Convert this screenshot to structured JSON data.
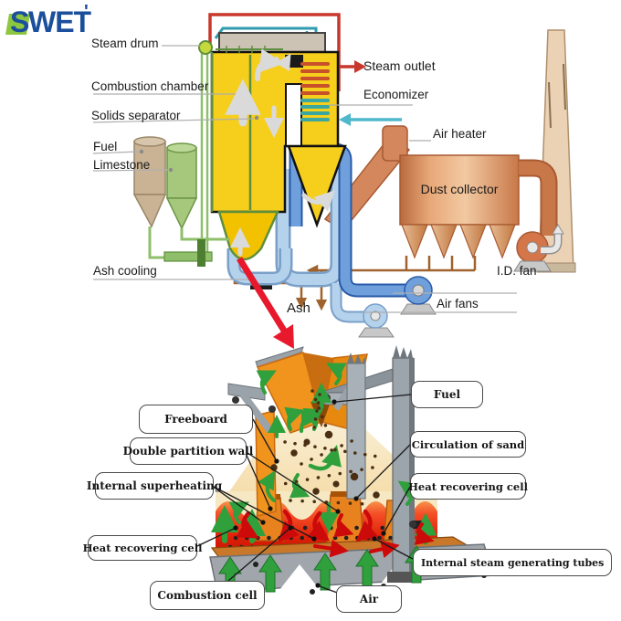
{
  "logo": {
    "s": "S",
    "wet": "WET",
    "tick": "'"
  },
  "top_diagram": {
    "labels": {
      "steam_drum": "Steam drum",
      "combustion_chamber": "Combustion chamber",
      "solids_separator": "Solids separator",
      "fuel": "Fuel",
      "limestone": "Limestone",
      "ash_cooling": "Ash cooling",
      "ash": "Ash",
      "steam_outlet": "Steam outlet",
      "economizer": "Economizer",
      "air_heater": "Air heater",
      "dust_collector": "Dust collector",
      "id_fan": "I.D. fan",
      "air_fans": "Air fans"
    }
  },
  "bottom_diagram": {
    "labels": {
      "freeboard": "Freeboard",
      "double_partition_wall": "Double partition wall",
      "internal_superheating": "Internal superheating",
      "heat_recovering_cell_left": "Heat recovering cell",
      "combustion_cell": "Combustion cell",
      "air": "Air",
      "fuel": "Fuel",
      "circulation_of_sand": "Circulation of sand",
      "heat_recovering_cell_right": "Heat recovering cell",
      "internal_steam_generating_tubes": "Internal steam generating tubes"
    }
  },
  "colors": {
    "logo_blue": "#1B4F9C",
    "logo_green": "#8DC63F",
    "chamber_yellow": "#F6CE1C",
    "chamber_green_trim": "#5E8F3E",
    "steam_pipe_red": "#C8372C",
    "water_pipe_teal": "#2E9BB0",
    "air_duct_blue": "#6FA0DC",
    "air_duct_light_blue": "#B5D2EC",
    "flue_copper": "#D4875C",
    "chimney_tan": "#EBD2B4",
    "ash_pipe_brown": "#A0622D",
    "jump_arrow_red": "#E8192C",
    "furnace_orange": "#F0941E",
    "bed_red": "#E02008",
    "gas_arrow_green": "#2FA03C",
    "sand_arrow_red": "#CC0A0A"
  }
}
